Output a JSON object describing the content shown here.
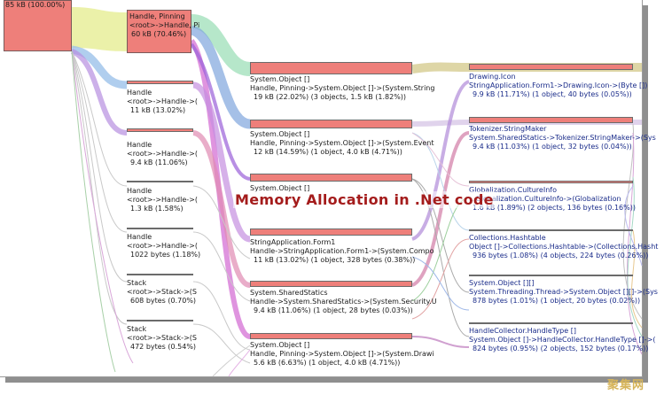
{
  "overlay_title": "Memory Allocation in .Net code",
  "watermark": "聚集网",
  "root": {
    "line1": "85 kB  (100.00%)"
  },
  "pinning": {
    "line1": "Handle, Pinning",
    "line2": "<root>->Handle, Pi",
    "line3": "60 kB    (70.46%)"
  },
  "col2": [
    {
      "l1": "Handle",
      "l2": "<root>->Handle->(",
      "l3": "11 kB    (13.02%)"
    },
    {
      "l1": "Handle",
      "l2": "<root>->Handle->(",
      "l3": "9.4 kB    (11.06%)"
    },
    {
      "l1": "Handle",
      "l2": "<root>->Handle->(",
      "l3": "1.3 kB    (1.58%)"
    },
    {
      "l1": "Handle",
      "l2": "<root>->Handle->(",
      "l3": "1022 bytes (1.18%)"
    },
    {
      "l1": "Stack",
      "l2": "<root>->Stack->(S",
      "l3": "608 bytes (0.70%)"
    },
    {
      "l1": "Stack",
      "l2": "<root>->Stack->(S",
      "l3": "472 bytes (0.54%)"
    }
  ],
  "col3": [
    {
      "l1": "System.Object []",
      "l2": "Handle,  Pinning->System.Object  []->(System.String",
      "l3": "19 kB    (22.02%)  (3 objects, 1.5 kB    (1.82%))"
    },
    {
      "l1": "System.Object []",
      "l2": "Handle,  Pinning->System.Object  []->(System.Event",
      "l3": "12 kB    (14.59%)  (1 object, 4.0 kB    (4.71%))"
    },
    {
      "l1": "System.Object []",
      "l2": "",
      "l3": ""
    },
    {
      "l1": "StringApplication.Form1",
      "l2": "Handle->StringApplication.Form1->(System.Compo",
      "l3": "11 kB    (13.02%)  (1 object, 328 bytes (0.38%))"
    },
    {
      "l1": "System.SharedStatics",
      "l2": "Handle->System.SharedStatics->(System.Security.U",
      "l3": "9.4 kB    (11.06%)  (1 object,   28 bytes (0.03%))"
    },
    {
      "l1": "System.Object []",
      "l2": "Handle,  Pinning->System.Object  []->(System.Drawi",
      "l3": "5.6 kB    (6.63%)  (1 object, 4.0 kB    (4.71%))"
    }
  ],
  "col4": [
    {
      "l1": "Drawing.Icon",
      "l2": "StringApplication.Form1->Drawing.Icon->(Byte [])",
      "l3": "9.9 kB    (11.71%)  (1 object,   40 bytes (0.05%))"
    },
    {
      "l1": "Tokenizer.StringMaker",
      "l2": "System.SharedStatics->Tokenizer.StringMaker->(Sys",
      "l3": "9.4 kB    (11.03%)  (1 object,   32 bytes (0.04%))"
    },
    {
      "l1": "Globalization.CultureInfo",
      "l2": "...Globalization.CultureInfo->(Globalization",
      "l3": "1.6 kB    (1.89%)  (2 objects,  136 bytes (0.16%))"
    },
    {
      "l1": "Collections.Hashtable",
      "l2": "Object  []->Collections.Hashtable->(Collections.Hasht",
      "l3": "936 bytes (1.08%)  (4 objects,  224 bytes (0.26%))"
    },
    {
      "l1": "System.Object [][]",
      "l2": "System.Threading.Thread->System.Object  [][]->(Sys",
      "l3": "878 bytes (1.01%)  (1 object,   20 bytes (0.02%))"
    },
    {
      "l1": "HandleCollector.HandleType []",
      "l2": "System.Object  []->HandleCollector.HandleType  []->(",
      "l3": "824 bytes (0.95%)  (2 objects,  152 bytes (0.17%))"
    }
  ]
}
